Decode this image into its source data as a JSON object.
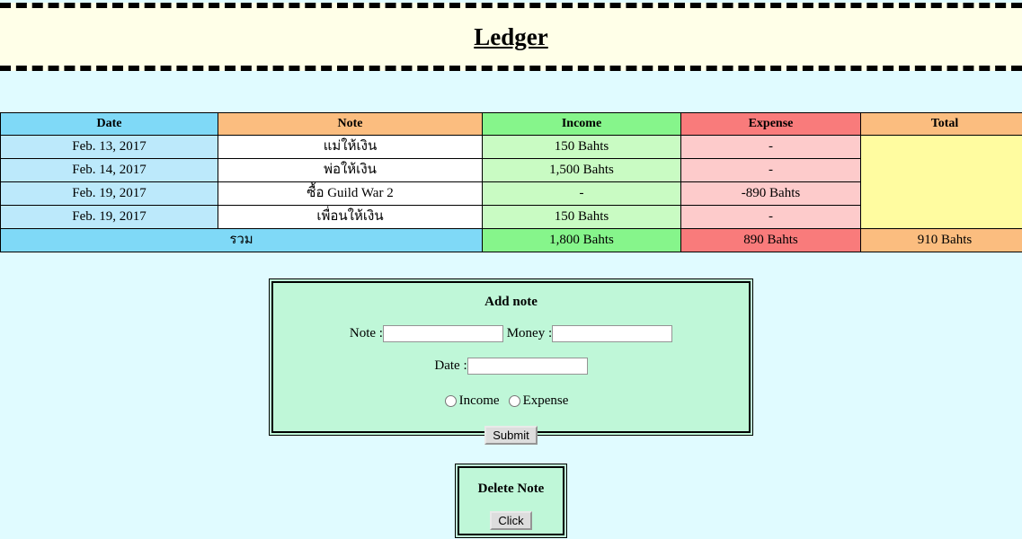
{
  "header": {
    "title": "Ledger"
  },
  "table": {
    "columns": [
      "Date",
      "Note",
      "Income",
      "Expense",
      "Total"
    ],
    "rows": [
      {
        "date": "Feb. 13, 2017",
        "note": "แม่ให้เงิน",
        "income": "150 Bahts",
        "expense": "-"
      },
      {
        "date": "Feb. 14, 2017",
        "note": "พ่อให้เงิน",
        "income": "1,500 Bahts",
        "expense": "-"
      },
      {
        "date": "Feb. 19, 2017",
        "note": "ซื้อ Guild War 2",
        "income": "-",
        "expense": "-890 Bahts"
      },
      {
        "date": "Feb. 19, 2017",
        "note": "เพื่อนให้เงิน",
        "income": "150 Bahts",
        "expense": "-"
      }
    ],
    "total_cell": "",
    "summary": {
      "label": "รวม",
      "income": "1,800 Bahts",
      "expense": "890 Bahts",
      "total": "910 Bahts"
    }
  },
  "add_note": {
    "title": "Add note",
    "note_label": "Note :",
    "note_value": "",
    "money_label": "Money :",
    "money_value": "",
    "date_label": "Date :",
    "date_value": "",
    "income_label": "Income",
    "expense_label": "Expense",
    "submit_label": "Submit"
  },
  "delete_note": {
    "title": "Delete Note",
    "button_label": "Click"
  },
  "colors": {
    "page_background": "#E0FBFF",
    "banner_background": "#FFFFE8",
    "panel_background": "#BFF7D8",
    "date_header": "#7FD9F7",
    "note_header": "#FBBD7F",
    "income_header": "#86F58B",
    "expense_header": "#F97B7B",
    "total_header": "#FBBD7F",
    "total_cell": "#FFFCA0"
  }
}
